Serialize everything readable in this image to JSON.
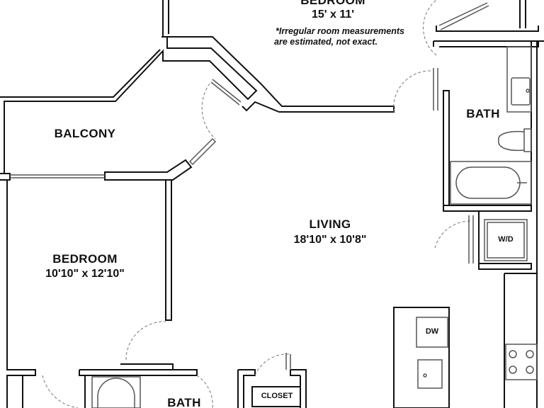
{
  "rooms": {
    "bedroom_top": {
      "name": "BEDROOM",
      "size": "15' x 11'"
    },
    "note_line1": "*Irregular room measurements",
    "note_line2": "are estimated, not exact.",
    "balcony": {
      "name": "BALCONY"
    },
    "bedroom_left": {
      "name": "BEDROOM",
      "size": "10'10\" x 12'10\""
    },
    "living": {
      "name": "LIVING",
      "size": "18'10\" x 10'8\""
    },
    "bath_right": {
      "name": "BATH"
    },
    "bath_bottom": {
      "name": "BATH"
    },
    "closet": {
      "name": "CLOSET"
    }
  },
  "fixtures": {
    "washer_dryer": "W/D",
    "dishwasher": "DW"
  },
  "icons": [
    "door-swing-icon",
    "bathtub-icon",
    "toilet-icon",
    "sink-icon",
    "cooktop-icon"
  ],
  "colors": {
    "wall": "#111111",
    "background": "#ffffff",
    "fixture": "#555555"
  }
}
